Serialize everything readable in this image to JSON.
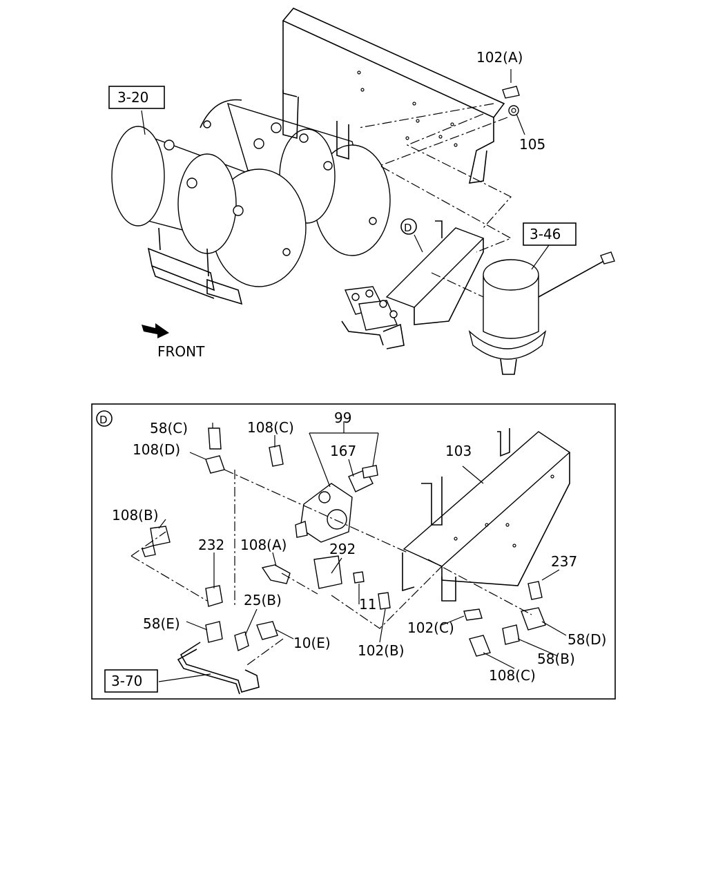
{
  "callouts": {
    "c_102A": "102(A)",
    "c_105": "105",
    "ref_3_20": "3-20",
    "ref_3_46": "3-46",
    "c_D_top": "D",
    "front": "FRONT"
  },
  "detail": {
    "badge": "D",
    "c_58C": "58(C)",
    "c_108D": "108(D)",
    "c_108C_top": "108(C)",
    "c_99": "99",
    "c_167": "167",
    "c_103": "103",
    "c_108B": "108(B)",
    "c_232": "232",
    "c_108A": "108(A)",
    "c_292": "292",
    "c_237": "237",
    "c_25B": "25(B)",
    "c_11": "11",
    "c_58E": "58(E)",
    "c_10E": "10(E)",
    "c_102C": "102(C)",
    "c_58D": "58(D)",
    "c_102B": "102(B)",
    "c_58B": "58(B)",
    "c_108C_bottom": "108(C)",
    "ref_3_70": "3-70"
  }
}
